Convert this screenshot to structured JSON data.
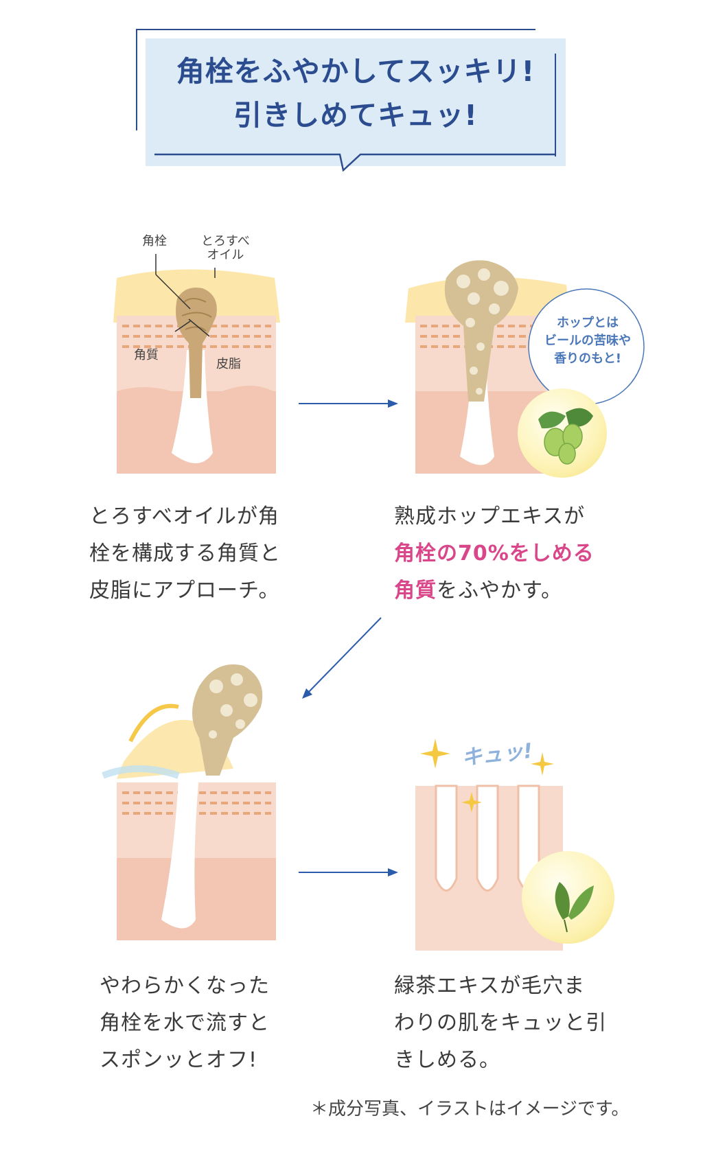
{
  "header": {
    "line1": "角栓をふやかしてスッキリ!",
    "line2": "引きしめてキュッ!"
  },
  "step1": {
    "labels": {
      "plug": "角栓",
      "oil_line1": "とろすべ",
      "oil_line2": "オイル",
      "keratin": "角質",
      "sebum": "皮脂"
    },
    "lines": [
      "とろすべオイルが角",
      "栓を構成する角質と",
      "皮脂にアプローチ。"
    ]
  },
  "step2": {
    "bubble": [
      "ホップとは",
      "ビールの苦味や",
      "香りのもと!"
    ],
    "line1": "熟成ホップエキスが",
    "line2_highlight": "角栓の70%をしめる",
    "line3_highlight": "角質",
    "line3_rest": "をふやかす。",
    "ingredient_icon": "hop-icon"
  },
  "step3": {
    "lines": [
      "やわらかくなった",
      "角栓を水で流すと",
      "スポンッとオフ!"
    ]
  },
  "step4": {
    "kyu": "キュッ!",
    "lines": [
      "緑茶エキスが毛穴ま",
      "わりの肌をキュッと引",
      "きしめる。"
    ],
    "ingredient_icon": "green-tea-leaf-icon"
  },
  "footnote": "＊成分写真、イラストはイメージです。",
  "colors": {
    "accent_blue": "#2b4c8f",
    "highlight_pink": "#d9478a",
    "header_bg": "#dcebf6"
  }
}
